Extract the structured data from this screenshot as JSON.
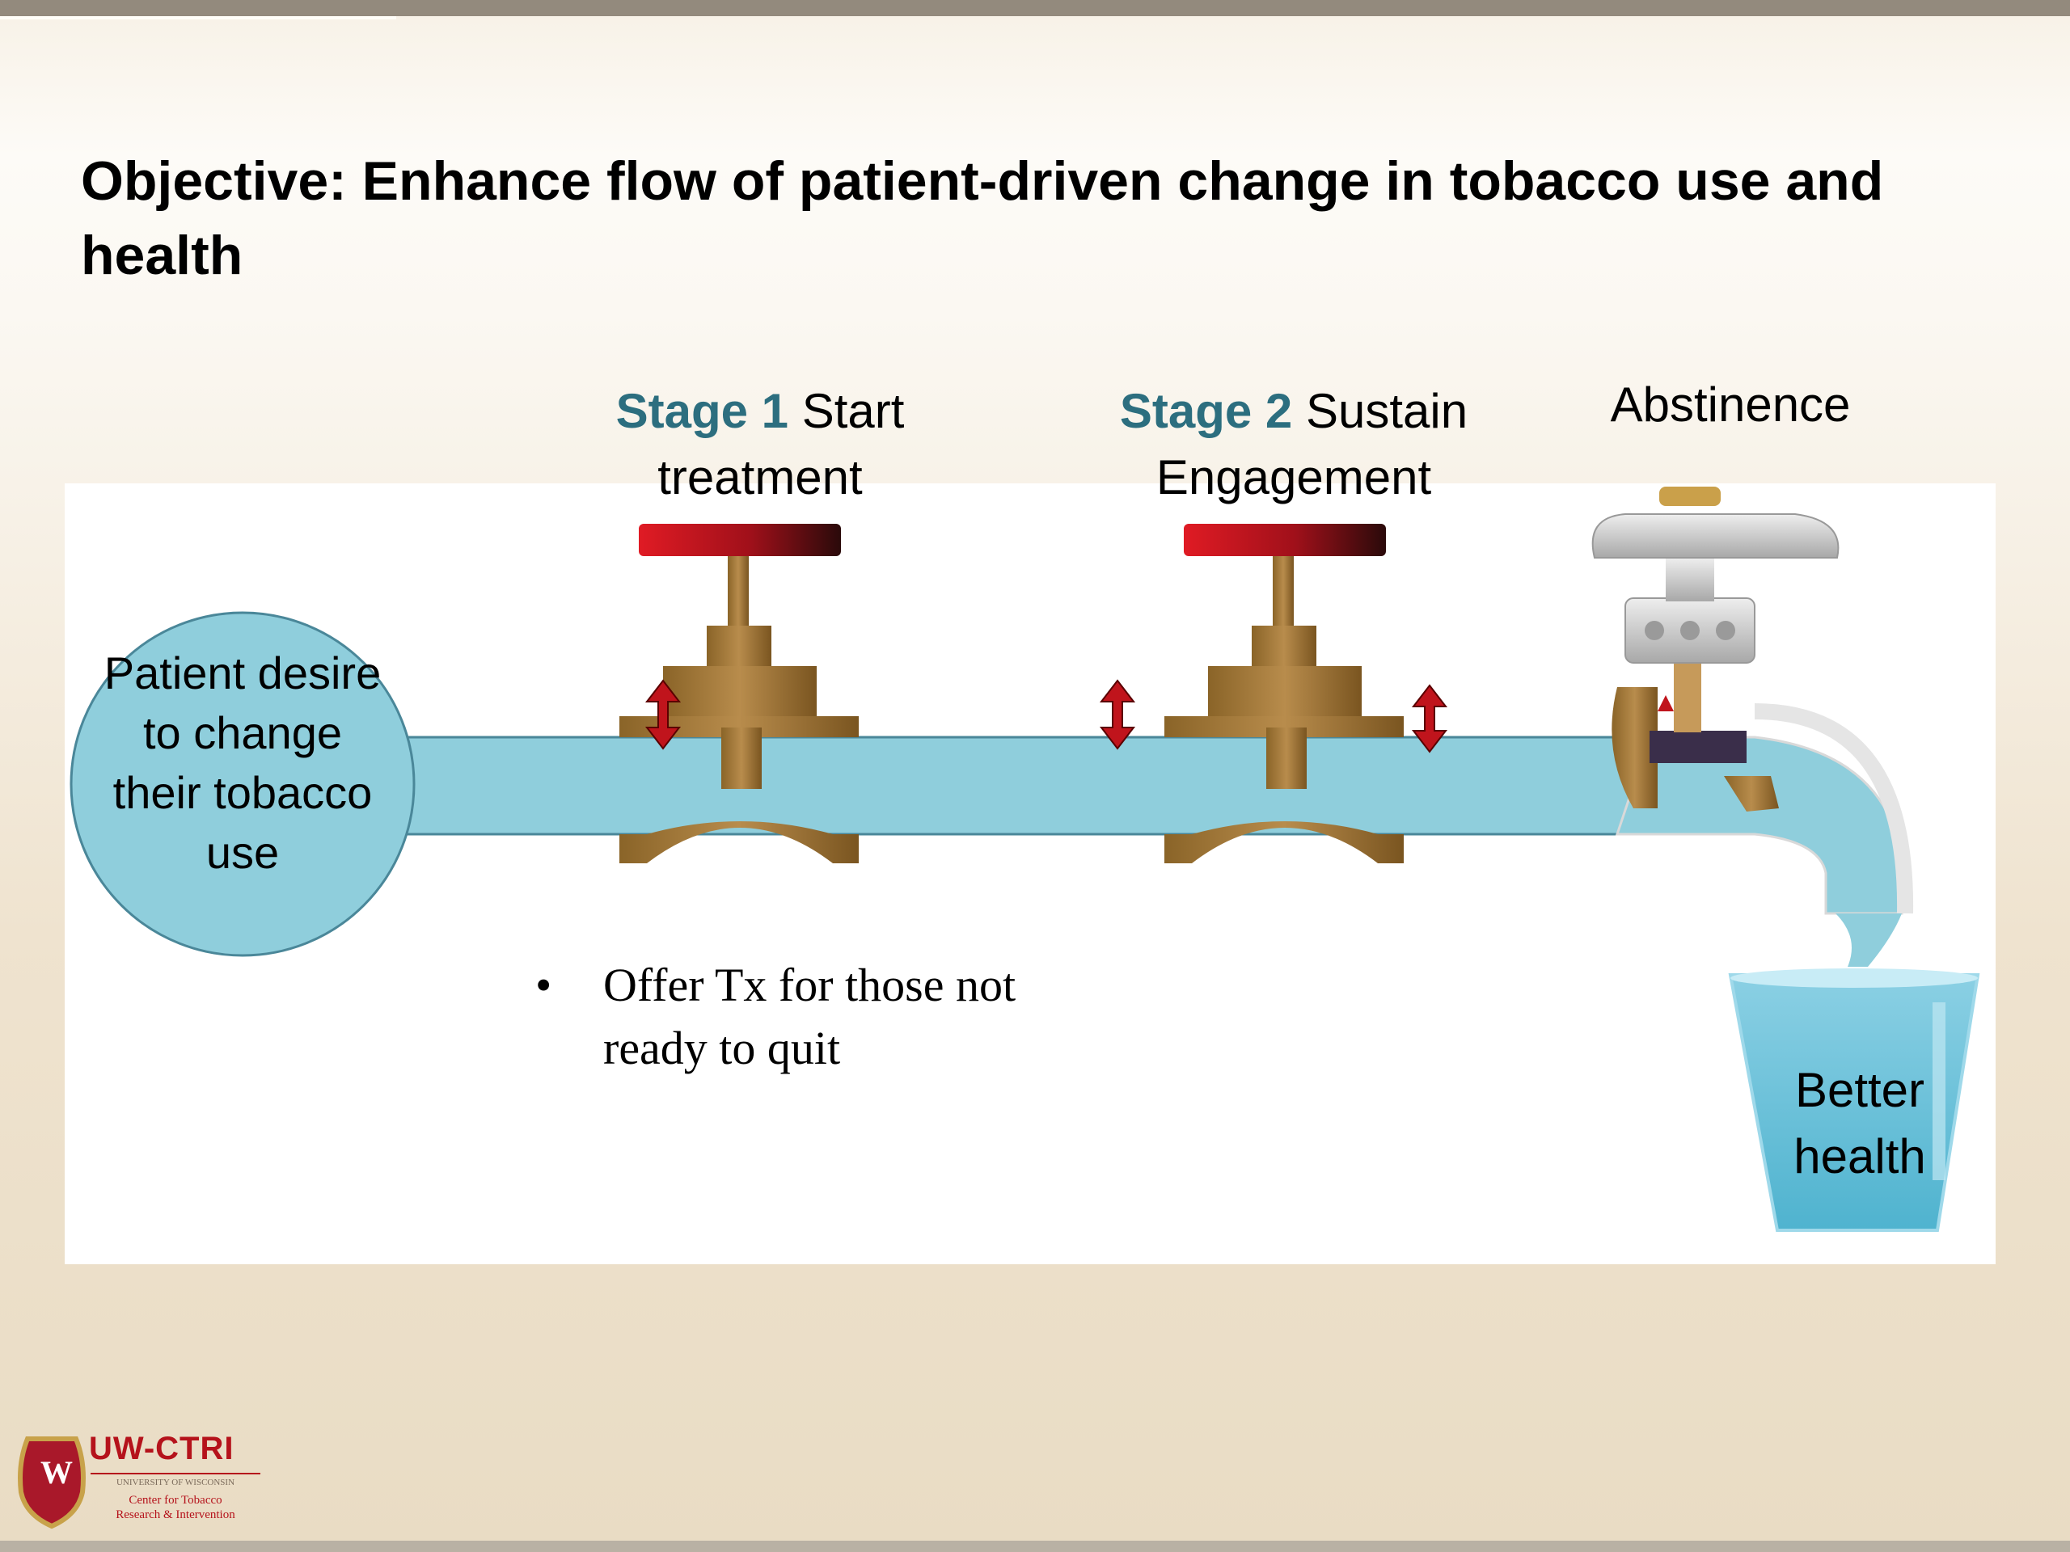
{
  "slide": {
    "title": "Objective: Enhance flow of patient-driven change in tobacco use and health"
  },
  "diagram": {
    "source_label": "Patient desire to change their tobacco use",
    "stage1": {
      "number": "Stage 1",
      "name": "Start",
      "line2": "treatment"
    },
    "stage2": {
      "number": "Stage 2",
      "name": "Sustain",
      "line2": "Engagement"
    },
    "faucet_label": "Abstinence",
    "cup_label_line1": "Better",
    "cup_label_line2": "health",
    "bullet": "Offer Tx for those not ready to quit"
  },
  "colors": {
    "water": "#8fcedc",
    "pipe_outline": "#4a8799",
    "valve_brass": "#a87a3c",
    "valve_handle": "#b3121b",
    "arrow_red": "#c0141c",
    "stage_blue": "#2c6e7f"
  },
  "logo": {
    "name": "UW-CTRI",
    "line1": "UNIVERSITY OF WISCONSIN",
    "line2": "Center for Tobacco",
    "line3": "Research & Intervention",
    "crest_letter": "W"
  }
}
